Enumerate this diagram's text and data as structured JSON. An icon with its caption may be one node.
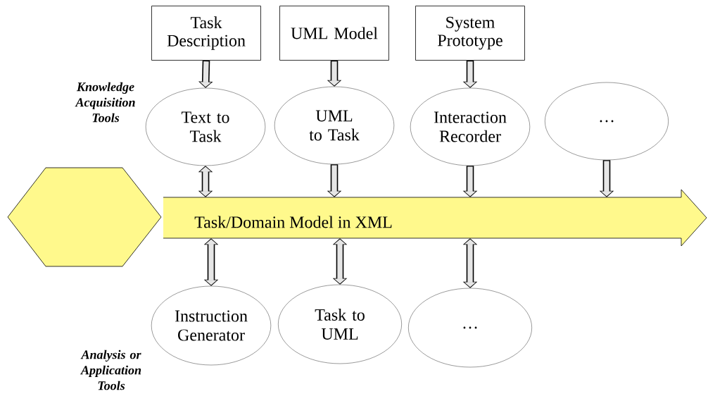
{
  "diagram": {
    "nodes": [
      {
        "text": [
          "Task Description"
        ]
      },
      {
        "text": [
          "UML Model"
        ]
      },
      {
        "text": [
          "System Prototype"
        ]
      },
      {
        "text": [
          "Text to Task"
        ]
      },
      {
        "text": [
          "UML to Task"
        ]
      },
      {
        "text": [
          "Interaction Recorder"
        ]
      },
      {
        "text": [
          "…"
        ]
      },
      {
        "text": [],
        "shape": "hexagon"
      },
      {
        "text": [
          "Task/Domain Model  in XML"
        ]
      },
      {
        "text": [
          "Instruction Generator"
        ]
      },
      {
        "text": [
          "Task to UML"
        ]
      },
      {
        "text": [
          "…"
        ]
      }
    ],
    "edges": [
      {
        "from": 0,
        "to": 3,
        "arrow": "to"
      },
      {
        "from": 1,
        "to": 4,
        "arrow": "to"
      },
      {
        "from": 2,
        "to": 5,
        "arrow": "to"
      },
      {
        "from": 3,
        "to": 8,
        "arrow": "both",
        "color": "#e6e6e6"
      },
      {
        "from": 4,
        "to": 8,
        "arrow": "to"
      },
      {
        "from": 5,
        "to": 8,
        "arrow": "to"
      },
      {
        "from": 6,
        "to": 8,
        "arrow": "to"
      },
      {
        "from": 8,
        "to": 9,
        "arrow": "both",
        "color": "#e6e6e6"
      },
      {
        "from": 8,
        "to": 10,
        "arrow": "both",
        "color": "#e6e6e6"
      },
      {
        "from": 8,
        "to": 11,
        "arrow": "both",
        "color": "#e6e6e6"
      }
    ],
    "labels": [
      "Knowledge Acquisition Tools",
      "Analysis or Application Tools"
    ]
  }
}
